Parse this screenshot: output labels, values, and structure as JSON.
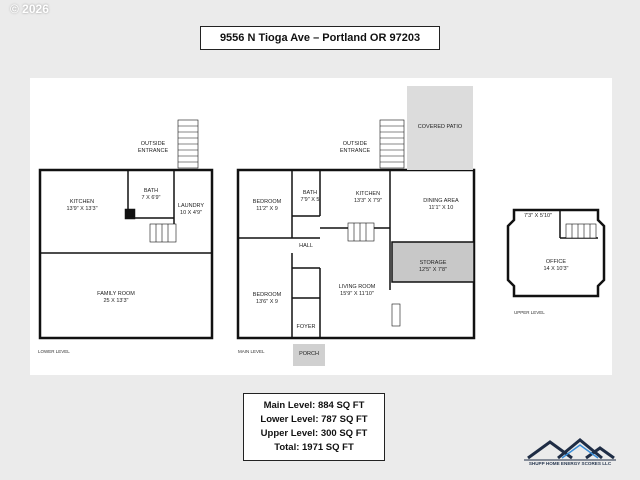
{
  "watermark": "© 2026",
  "title": "9556 N Tioga Ave – Portland OR 97203",
  "levels": {
    "lower": "LOWER LEVEL",
    "main": "MAIN LEVEL",
    "upper": "UPPER LEVEL"
  },
  "rooms": {
    "lower_outside": "OUTSIDE",
    "lower_entrance": "ENTRANCE",
    "lower_kitchen": "KITCHEN",
    "lower_kitchen_dim": "13'9\" X 13'3\"",
    "lower_bath": "BATH",
    "lower_bath_dim": "7 X 6'9\"",
    "lower_laundry": "LAUNDRY",
    "lower_laundry_dim": "10 X 4'9\"",
    "lower_family": "FAMILY ROOM",
    "lower_family_dim": "25 X 13'3\"",
    "main_outside": "OUTSIDE",
    "main_entrance": "ENTRANCE",
    "covered_patio": "COVERED PATIO",
    "bedroom1": "BEDROOM",
    "bedroom1_dim": "11'2\" X 9",
    "main_bath": "BATH",
    "main_bath_dim": "7'9\" X 5",
    "main_kitchen": "KITCHEN",
    "main_kitchen_dim": "13'3\" X 7'9\"",
    "dining": "DINING AREA",
    "dining_dim": "11'1\" X 10",
    "hall": "HALL",
    "storage": "STORAGE",
    "storage_dim": "12'5\" X 7'8\"",
    "bedroom2": "BEDROOM",
    "bedroom2_dim": "13'6\" X 9",
    "living": "LIVING ROOM",
    "living_dim": "15'9\" X 11'10\"",
    "foyer": "FOYER",
    "porch": "PORCH",
    "upper_dim_small": "7'3\" X 5'10\"",
    "office": "OFFICE",
    "office_dim": "14 X 10'3\""
  },
  "summary": {
    "main": "Main Level: 884 SQ FT",
    "lower": "Lower Level: 787 SQ FT",
    "upper": "Upper Level: 300 SQ FT",
    "total": "Total:  1971 SQ FT"
  },
  "logo": {
    "brand": "SHUPP HOME ENERGY SCORES LLC",
    "colors": {
      "roof_dark": "#1f2d45",
      "roof_accent": "#3b8ed8"
    }
  }
}
